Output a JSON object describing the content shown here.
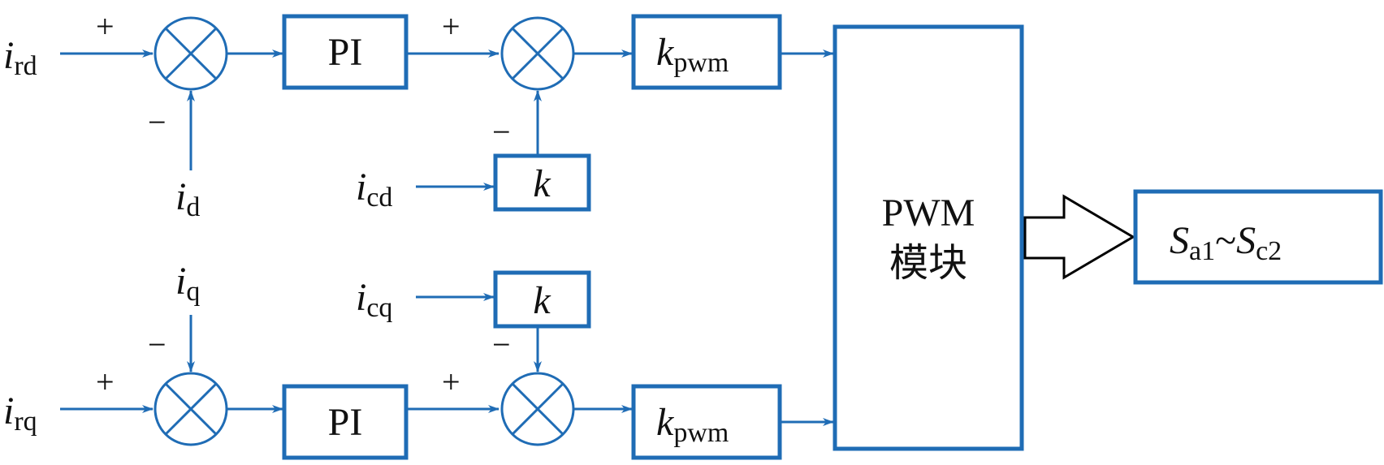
{
  "inputs": {
    "ird": {
      "main": "i",
      "sub": "rd"
    },
    "id": {
      "main": "i",
      "sub": "d"
    },
    "icd": {
      "main": "i",
      "sub": "cd"
    },
    "iq": {
      "main": "i",
      "sub": "q"
    },
    "icq": {
      "main": "i",
      "sub": "cq"
    },
    "irq": {
      "main": "i",
      "sub": "rq"
    }
  },
  "blocks": {
    "pi_label": "PI",
    "k_label": "k",
    "kpwm": {
      "main": "k",
      "sub": "pwm"
    },
    "pwm_module": {
      "line1": "PWM",
      "line2": "模块"
    }
  },
  "output": {
    "s1": "S",
    "s1_sub": "a1",
    "tilde": "~",
    "s2": "S",
    "s2_sub": "c2"
  },
  "signs": {
    "plus": "+",
    "minus": "−"
  },
  "colors": {
    "line": "#1f6cb5",
    "text": "#111111"
  }
}
